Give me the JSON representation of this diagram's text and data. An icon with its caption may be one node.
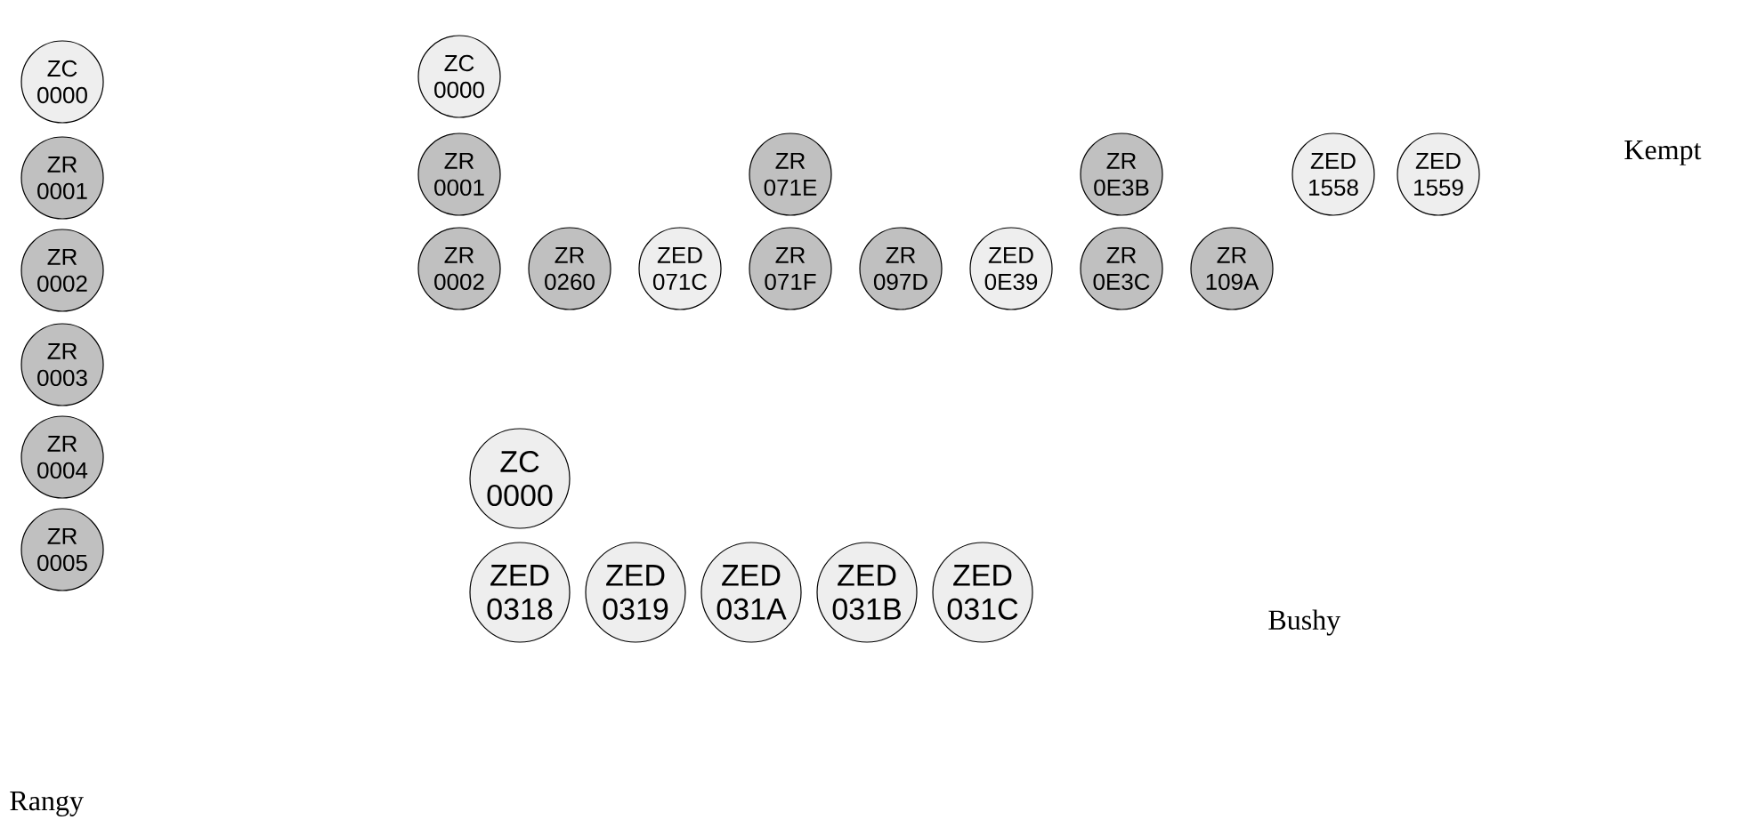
{
  "diagram": {
    "nodes": [
      {
        "text": [
          "ZC 0000"
        ]
      },
      {
        "text": [
          "ZR 0001"
        ]
      },
      {
        "text": [
          "ZR 0002"
        ]
      },
      {
        "text": [
          "ZR 0003"
        ]
      },
      {
        "text": [
          "ZR 0004"
        ]
      },
      {
        "text": [
          "ZR 0005"
        ]
      },
      {
        "text": [
          "ZC 0000"
        ]
      },
      {
        "text": [
          "ZR 0001"
        ]
      },
      {
        "text": [
          "ZR 071E"
        ]
      },
      {
        "text": [
          "ZR 0E3B"
        ]
      },
      {
        "text": [
          "ZED 1558"
        ]
      },
      {
        "text": [
          "ZED 1559"
        ]
      },
      {
        "text": [
          "ZR 0002"
        ]
      },
      {
        "text": [
          "ZR 0260"
        ]
      },
      {
        "text": [
          "ZED 071C"
        ]
      },
      {
        "text": [
          "ZR 071F"
        ]
      },
      {
        "text": [
          "ZR 097D"
        ]
      },
      {
        "text": [
          "ZED 0E39"
        ]
      },
      {
        "text": [
          "ZR 0E3C"
        ]
      },
      {
        "text": [
          "ZR 109A"
        ]
      },
      {
        "text": [
          "ZC 0000"
        ]
      },
      {
        "text": [
          "ZED 0318"
        ]
      },
      {
        "text": [
          "ZED 0319"
        ]
      },
      {
        "text": [
          "ZED 031A"
        ]
      },
      {
        "text": [
          "ZED 031B"
        ]
      },
      {
        "text": [
          "ZED 031C"
        ]
      }
    ],
    "labels": [
      "Kempt",
      "Bushy",
      "Rangy"
    ]
  }
}
